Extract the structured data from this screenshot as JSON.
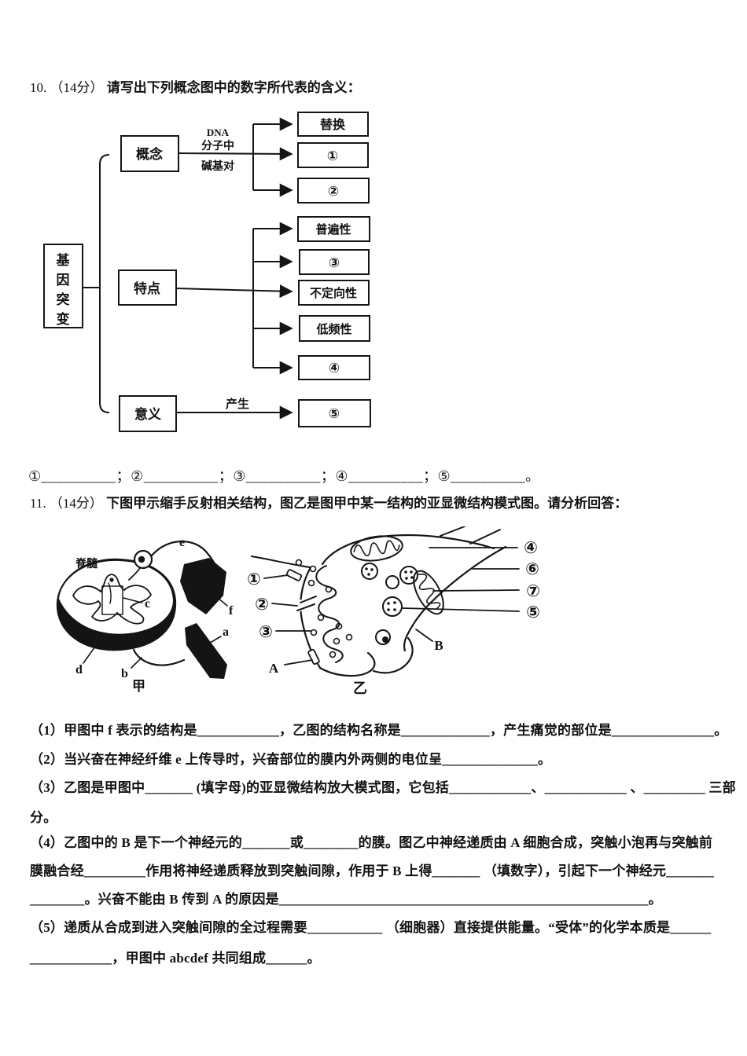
{
  "q10": {
    "number": "10.",
    "score": "（14分）",
    "prompt": "请写出下列概念图中的数字所代表的含义：",
    "diagram": {
      "root_chars": [
        "基",
        "因",
        "突",
        "变"
      ],
      "branch_concept": "概念",
      "branch_feature": "特点",
      "branch_meaning": "意义",
      "edge_dna_lines": [
        "DNA",
        "分子中",
        "碱基对"
      ],
      "edge_produce": "产生",
      "concept_targets": [
        "替换",
        "①",
        "②"
      ],
      "feature_targets": [
        "普遍性",
        "③",
        "不定向性",
        "低频性",
        "④"
      ],
      "meaning_targets": [
        "⑤"
      ]
    },
    "answer_line": "①__________；②__________；③__________；④__________；⑤__________。"
  },
  "q11": {
    "number": "11.",
    "score": "（14分）",
    "prompt": "下图甲示缩手反射相关结构，图乙是图甲中某一结构的亚显微结构模式图。请分析回答：",
    "fig_jia": {
      "caption": "甲",
      "organ": "脊髓",
      "labels": {
        "a": "a",
        "b": "b",
        "c": "c",
        "d": "d",
        "e": "e",
        "f": "f"
      }
    },
    "fig_yi": {
      "caption": "乙",
      "n1": "①",
      "n2": "②",
      "n3": "③",
      "n4": "④",
      "n5": "⑤",
      "n6": "⑥",
      "n7": "⑦",
      "A": "A",
      "B": "B"
    },
    "lines": [
      "（1）甲图中 f 表示的结构是____________，乙图的结构名称是_____________，产生痛觉的部位是_______________。",
      "（2）当兴奋在神经纤维 e 上传导时，兴奋部位的膜内外两侧的电位呈______________。",
      "（3）乙图是甲图中_______ (填字母)的亚显微结构放大模式图，它包括____________、____________ 、_________ 三部",
      "分。",
      "（4）乙图中的 B 是下一个神经元的_______或________的膜。图乙中神经递质由 A 细胞合成，突触小泡再与突触前",
      "膜融合经_________作用将神经递质释放到突触间隙，作用于 B 上得_______ （填数字），引起下一个神经元_______",
      "________。兴奋不能由 B 传到 A 的原因是______________________________________________________。",
      "（5）递质从合成到进入突触间隙的全过程需要___________ （细胞器）直接提供能量。“受体”的化学本质是______",
      "____________，甲图中 abcdef 共同组成______。"
    ]
  }
}
